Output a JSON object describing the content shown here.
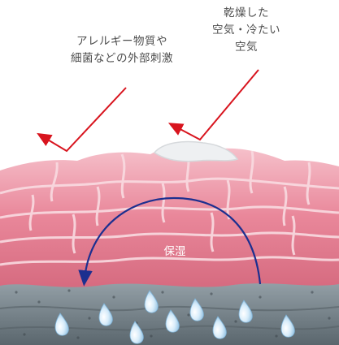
{
  "labels": {
    "allergen": [
      "アレルギー物質や",
      "細菌などの外部刺激"
    ],
    "dry_air": [
      "乾燥した",
      "空気・冷たい",
      "空気"
    ],
    "moisture": "保湿"
  },
  "colors": {
    "text": "#4d4d4d",
    "arrow_red": "#d8141e",
    "arrow_blue": "#1c2f8f",
    "skin_pink": "#e9879a",
    "skin_outline": "#f9dbe1",
    "lower_layer_gray": "#6e7b83",
    "droplet": "#cfe7f7"
  }
}
